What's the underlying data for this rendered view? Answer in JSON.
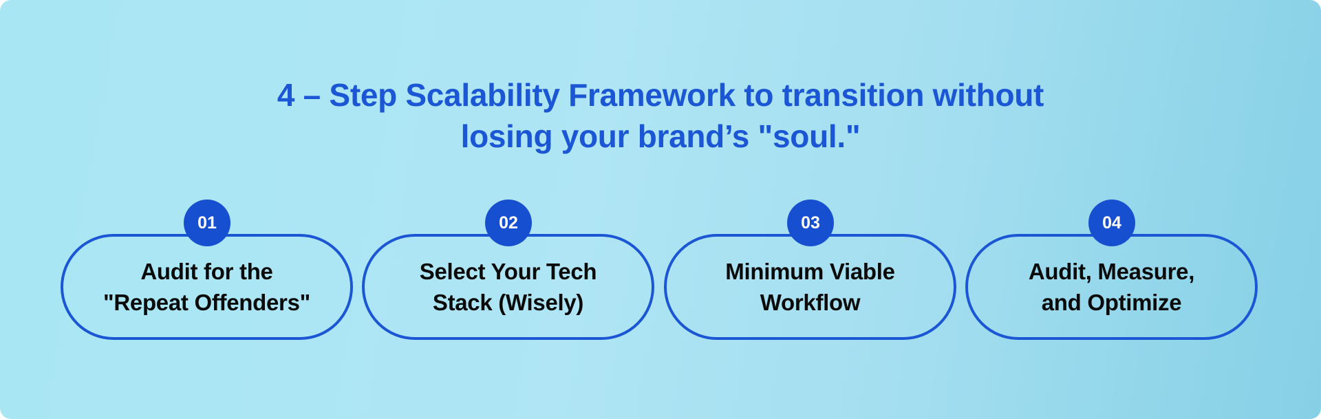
{
  "title": {
    "line1": "4 – Step Scalability Framework to transition without",
    "line2": "losing your brand’s \"soul.\""
  },
  "steps": [
    {
      "number": "01",
      "line1": "Audit for the",
      "line2": "\"Repeat Offenders\""
    },
    {
      "number": "02",
      "line1": "Select Your Tech",
      "line2": "Stack (Wisely)"
    },
    {
      "number": "03",
      "line1": "Minimum Viable",
      "line2": "Workflow"
    },
    {
      "number": "04",
      "line1": "Audit, Measure,",
      "line2": "and Optimize"
    }
  ],
  "colors": {
    "accent": "#1b56d4",
    "badge": "#1650d0",
    "text": "#0a0a0a",
    "background": "#a8e6f4"
  }
}
